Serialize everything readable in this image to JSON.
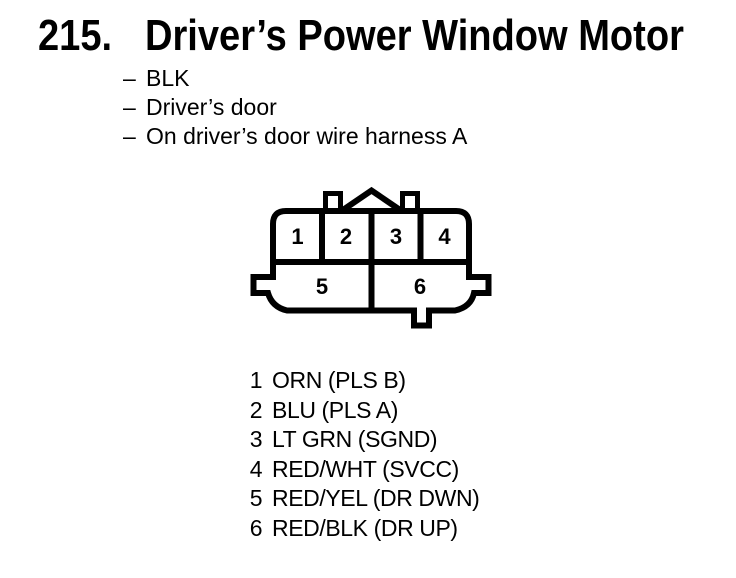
{
  "header": {
    "number": "215.",
    "title": "Driver’s Power Window Motor"
  },
  "notes": {
    "bullet": "–",
    "items": [
      "BLK",
      "Driver’s door",
      "On driver’s door wire harness A"
    ]
  },
  "connector": {
    "pins_top_row": [
      "1",
      "2",
      "3",
      "4"
    ],
    "pins_bottom_row": [
      "5",
      "6"
    ]
  },
  "pinout": {
    "rows": [
      {
        "pin": "1",
        "wire": "ORN (PLS B)"
      },
      {
        "pin": "2",
        "wire": "BLU (PLS A)"
      },
      {
        "pin": "3",
        "wire": "LT GRN (SGND)"
      },
      {
        "pin": "4",
        "wire": "RED/WHT (SVCC)"
      },
      {
        "pin": "5",
        "wire": "RED/YEL (DR DWN)"
      },
      {
        "pin": "6",
        "wire": "RED/BLK (DR UP)"
      }
    ]
  },
  "colors": {
    "ink": "#000000",
    "paper": "#ffffff"
  }
}
